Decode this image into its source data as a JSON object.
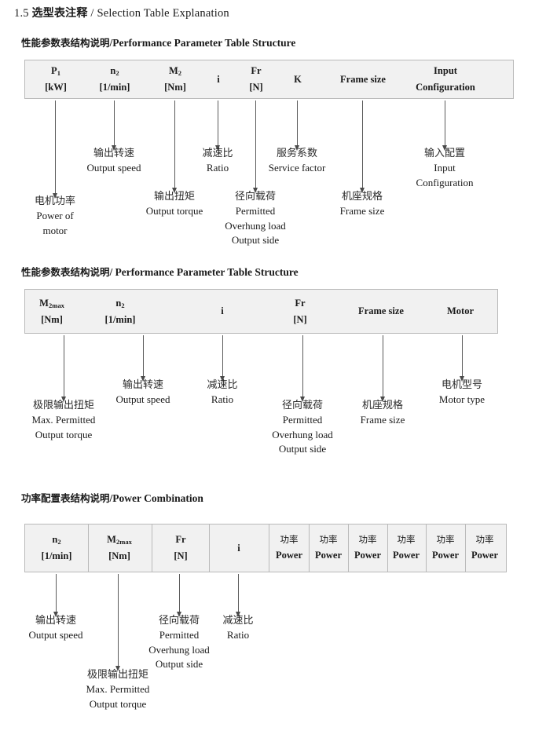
{
  "document": {
    "section_number": "1.5",
    "title_cn": "选型表注释",
    "title_sep": "/",
    "title_en": "Selection Table Explanation"
  },
  "sections": [
    {
      "heading_cn": "性能参数表结构说明",
      "heading_sep": "/",
      "heading_en": "Performance Parameter Table Structure",
      "table": {
        "columns": [
          {
            "line1": "P",
            "sub1": "1",
            "line2": "[kW]"
          },
          {
            "line1": "n",
            "sub1": "2",
            "line2": "[1/min]"
          },
          {
            "line1": "M",
            "sub1": "2",
            "line2": "[Nm]"
          },
          {
            "line1": "i",
            "sub1": "",
            "line2": ""
          },
          {
            "line1": "Fr",
            "sub1": "",
            "line2": "[N]"
          },
          {
            "line1": "K",
            "sub1": "",
            "line2": ""
          },
          {
            "line1": "Frame size",
            "sub1": "",
            "line2": ""
          },
          {
            "line1": "Input",
            "sub1": "",
            "line2": "Configuration"
          }
        ]
      },
      "notes": [
        {
          "cn": "电机功率",
          "en": [
            "Power of",
            "motor"
          ]
        },
        {
          "cn": "输出转速",
          "en": [
            "Output speed"
          ]
        },
        {
          "cn": "输出扭矩",
          "en": [
            "Output torque"
          ]
        },
        {
          "cn": "减速比",
          "en": [
            "Ratio"
          ]
        },
        {
          "cn": "径向载荷",
          "en": [
            "Permitted",
            "Overhung load",
            "Output side"
          ]
        },
        {
          "cn": "服务系数",
          "en": [
            "Service factor"
          ]
        },
        {
          "cn": "机座规格",
          "en": [
            "Frame size"
          ]
        },
        {
          "cn": "输入配置",
          "en": [
            "Input",
            "Configuration"
          ]
        }
      ]
    },
    {
      "heading_cn": "性能参数表结构说明",
      "heading_sep": "/",
      "heading_en": "Performance Parameter Table Structure",
      "table": {
        "columns": [
          {
            "line1": "M",
            "sub1": "2max",
            "line2": "[Nm]"
          },
          {
            "line1": "n",
            "sub1": "2",
            "line2": "[1/min]"
          },
          {
            "line1": "i",
            "sub1": "",
            "line2": ""
          },
          {
            "line1": "Fr",
            "sub1": "",
            "line2": "[N]"
          },
          {
            "line1": "Frame size",
            "sub1": "",
            "line2": ""
          },
          {
            "line1": "Motor",
            "sub1": "",
            "line2": ""
          }
        ]
      },
      "notes": [
        {
          "cn": "极限输出扭矩",
          "en": [
            "Max. Permitted",
            "Output  torque"
          ]
        },
        {
          "cn": "输出转速",
          "en": [
            "Output speed"
          ]
        },
        {
          "cn": "减速比",
          "en": [
            "Ratio"
          ]
        },
        {
          "cn": "径向载荷",
          "en": [
            "Permitted",
            "Overhung load",
            "Output side"
          ]
        },
        {
          "cn": "机座规格",
          "en": [
            "Frame size"
          ]
        },
        {
          "cn": "电机型号",
          "en": [
            "Motor type"
          ]
        }
      ]
    },
    {
      "heading_cn": "功率配置表结构说明",
      "heading_sep": "/",
      "heading_en": "Power Combination",
      "table": {
        "columns": [
          {
            "line1": "n",
            "sub1": "2",
            "line2": "[1/min]"
          },
          {
            "line1": "M",
            "sub1": "2max",
            "line2": "[Nm]"
          },
          {
            "line1": "Fr",
            "sub1": "",
            "line2": "[N]"
          },
          {
            "line1": "i",
            "sub1": "",
            "line2": ""
          },
          {
            "cn_line1": "功率",
            "line2": "Power"
          },
          {
            "cn_line1": "功率",
            "line2": "Power"
          },
          {
            "cn_line1": "功率",
            "line2": "Power"
          },
          {
            "cn_line1": "功率",
            "line2": "Power"
          },
          {
            "cn_line1": "功率",
            "line2": "Power"
          },
          {
            "cn_line1": "功率",
            "line2": "Power"
          }
        ]
      },
      "notes": [
        {
          "cn": "输出转速",
          "en": [
            "Output speed"
          ]
        },
        {
          "cn": "极限输出扭矩",
          "en": [
            "Max. Permitted",
            "Output  torque"
          ]
        },
        {
          "cn": "径向载荷",
          "en": [
            "Permitted",
            "Overhung load",
            "Output side"
          ]
        },
        {
          "cn": "减速比",
          "en": [
            "Ratio"
          ]
        }
      ]
    }
  ],
  "colors": {
    "table_fill": "#f1f1f1",
    "table_border": "#b9b9b9",
    "arrow": "#5b5b5b",
    "text": "#1a1a1a"
  }
}
